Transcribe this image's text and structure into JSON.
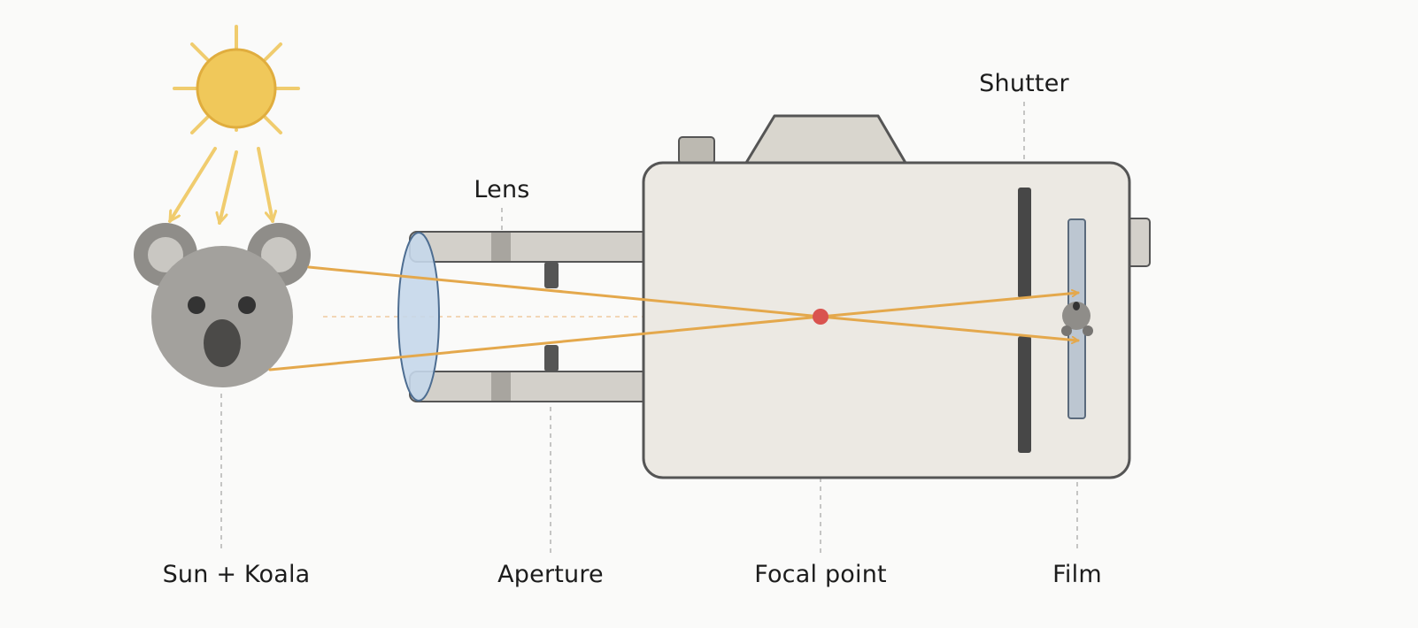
{
  "labels": {
    "sun_koala": "Sun + Koala",
    "lens": "Lens",
    "aperture": "Aperture",
    "focal_point": "Focal point",
    "shutter": "Shutter",
    "film": "Film"
  },
  "colors": {
    "sun": "#f0c85a",
    "sun_rays": "#f0cc6e",
    "light_ray": "#e4a84c",
    "focal_point": "#d9534f",
    "camera_body": "#ece9e3",
    "lens_glass": "#c5d7ea",
    "koala": "#a3a19d",
    "shutter": "#474747",
    "film": "#bcc6d1"
  },
  "icons": {
    "sun": "sun-icon",
    "koala": "koala-icon",
    "lens": "lens-icon",
    "camera": "camera-icon"
  }
}
